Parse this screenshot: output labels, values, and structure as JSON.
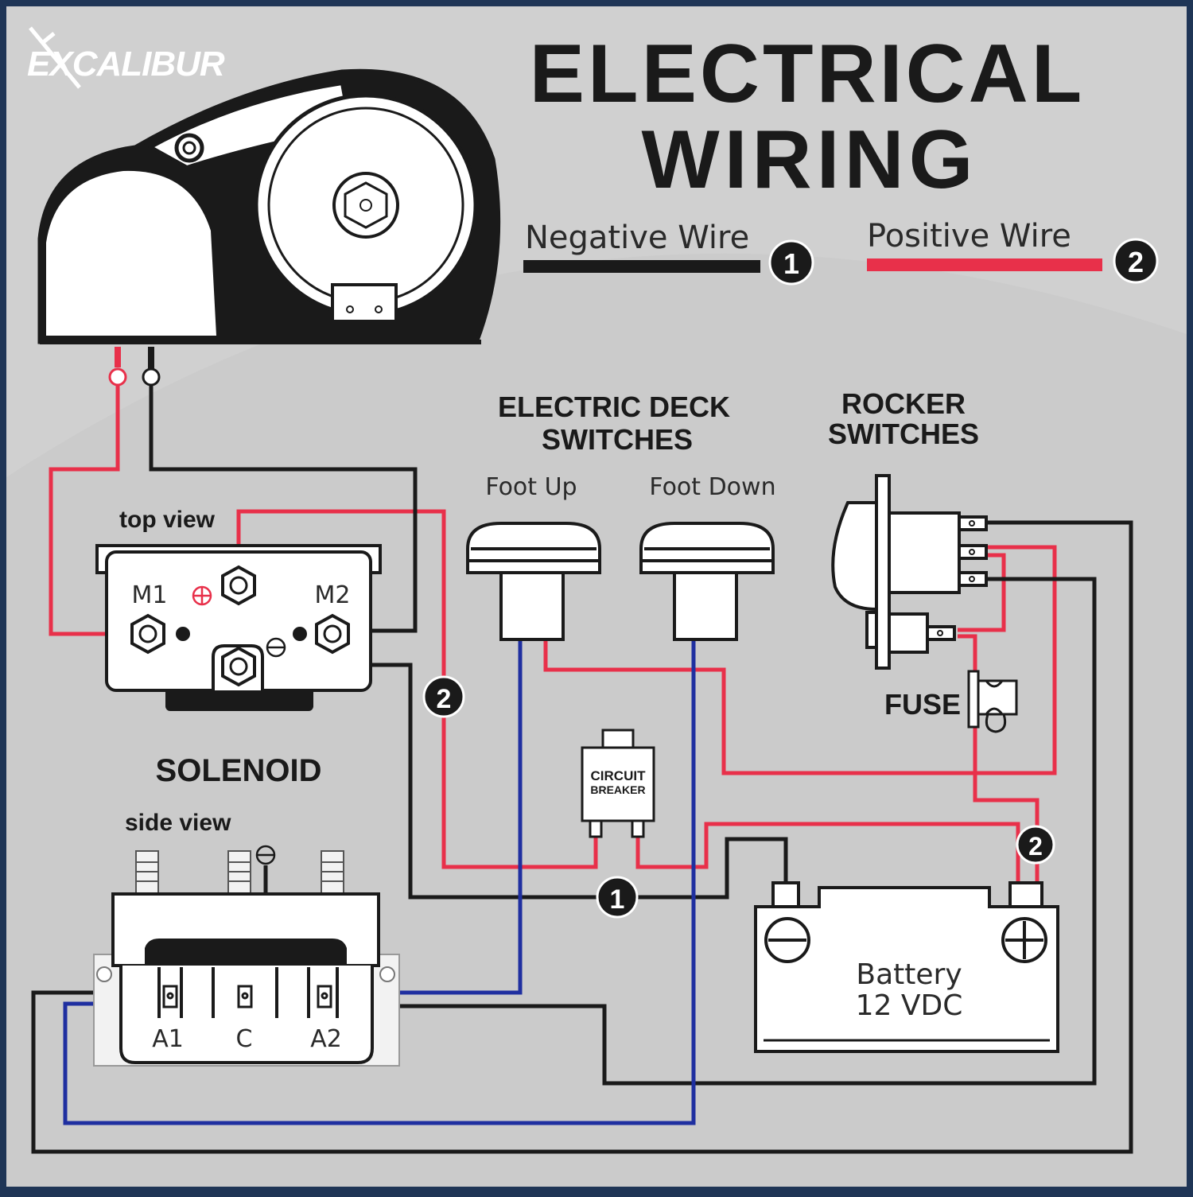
{
  "brand": {
    "logo_text": "EXCALIBUR"
  },
  "title": {
    "line1": "ELECTRICAL",
    "line2": "WIRING"
  },
  "legend": {
    "negative": {
      "label": "Negative Wire",
      "number": "1",
      "color": "#1a1a1a"
    },
    "positive": {
      "label": "Positive Wire",
      "number": "2",
      "color": "#e8304a"
    }
  },
  "solenoid": {
    "top_view_label": "top view",
    "side_view_label": "side view",
    "title": "SOLENOID",
    "terminals_top": {
      "m1": "M1",
      "m2": "M2"
    },
    "terminals_side": {
      "a1": "A1",
      "c": "C",
      "a2": "A2"
    }
  },
  "deck_switches": {
    "title_line1": "ELECTRIC DECK",
    "title_line2": "SWITCHES",
    "foot_up": "Foot Up",
    "foot_down": "Foot Down"
  },
  "rocker_switches": {
    "title_line1": "ROCKER",
    "title_line2": "SWITCHES"
  },
  "fuse": {
    "label": "FUSE"
  },
  "circuit_breaker": {
    "line1": "CIRCUIT",
    "line2": "BREAKER"
  },
  "battery": {
    "line1": "Battery",
    "line2": "12 VDC"
  },
  "markers": {
    "negative": "1",
    "positive": "2"
  },
  "colors": {
    "background": "#cbcbcb",
    "border": "#1f3556",
    "control_wire": "#1f2fa0"
  }
}
